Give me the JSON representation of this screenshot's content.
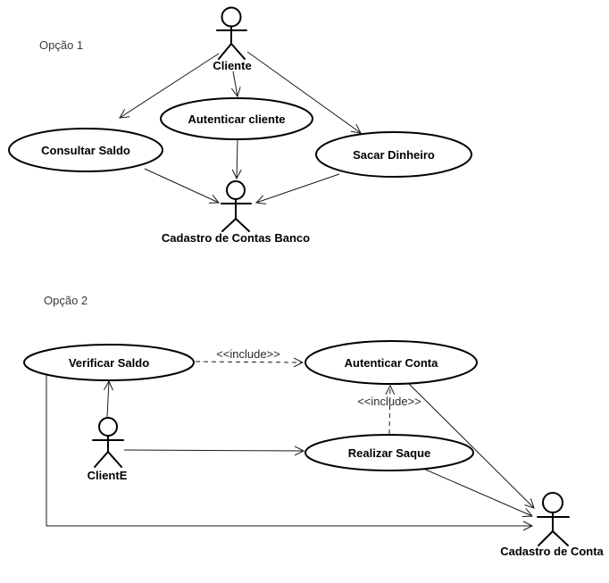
{
  "diagram": {
    "background": "#ffffff",
    "line_color": "#000000",
    "option1": {
      "label": "Opção 1",
      "actor_top": "Cliente",
      "actor_bottom": "Cadastro de Contas Banco",
      "use_cases": {
        "left": "Consultar Saldo",
        "center": "Autenticar cliente",
        "right": "Sacar Dinheiro"
      }
    },
    "option2": {
      "label": "Opção 2",
      "actor_left": "ClientE",
      "actor_bottom": "Cadastro de Conta",
      "use_cases": {
        "left": "Verificar Saldo",
        "top_right": "Autenticar Conta",
        "mid_right": "Realizar Saque"
      },
      "include_horizontal": "<<include>>",
      "include_vertical": "<<include>>"
    }
  }
}
